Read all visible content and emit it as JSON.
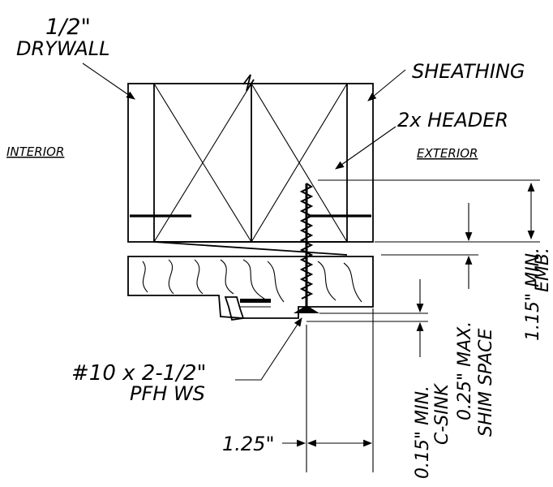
{
  "labels": {
    "drywall_1": "1/2\"",
    "drywall_2": "DRYWALL",
    "sheathing": "SHEATHING",
    "header": "2x  HEADER",
    "interior": "INTERIOR",
    "exterior": "EXTERIOR",
    "screw_1": "#10 x 2-1/2\"",
    "screw_2": "PFH  WS",
    "dim_125": "1.25\"",
    "dim_csink_1": "0.15\" MIN.",
    "dim_csink_2": "C-SINK",
    "dim_shim_1": "0.25\" MAX.",
    "dim_shim_2": "SHIM SPACE",
    "dim_emb_1": "1.15\" MIN.",
    "dim_emb_2": "EMB."
  }
}
